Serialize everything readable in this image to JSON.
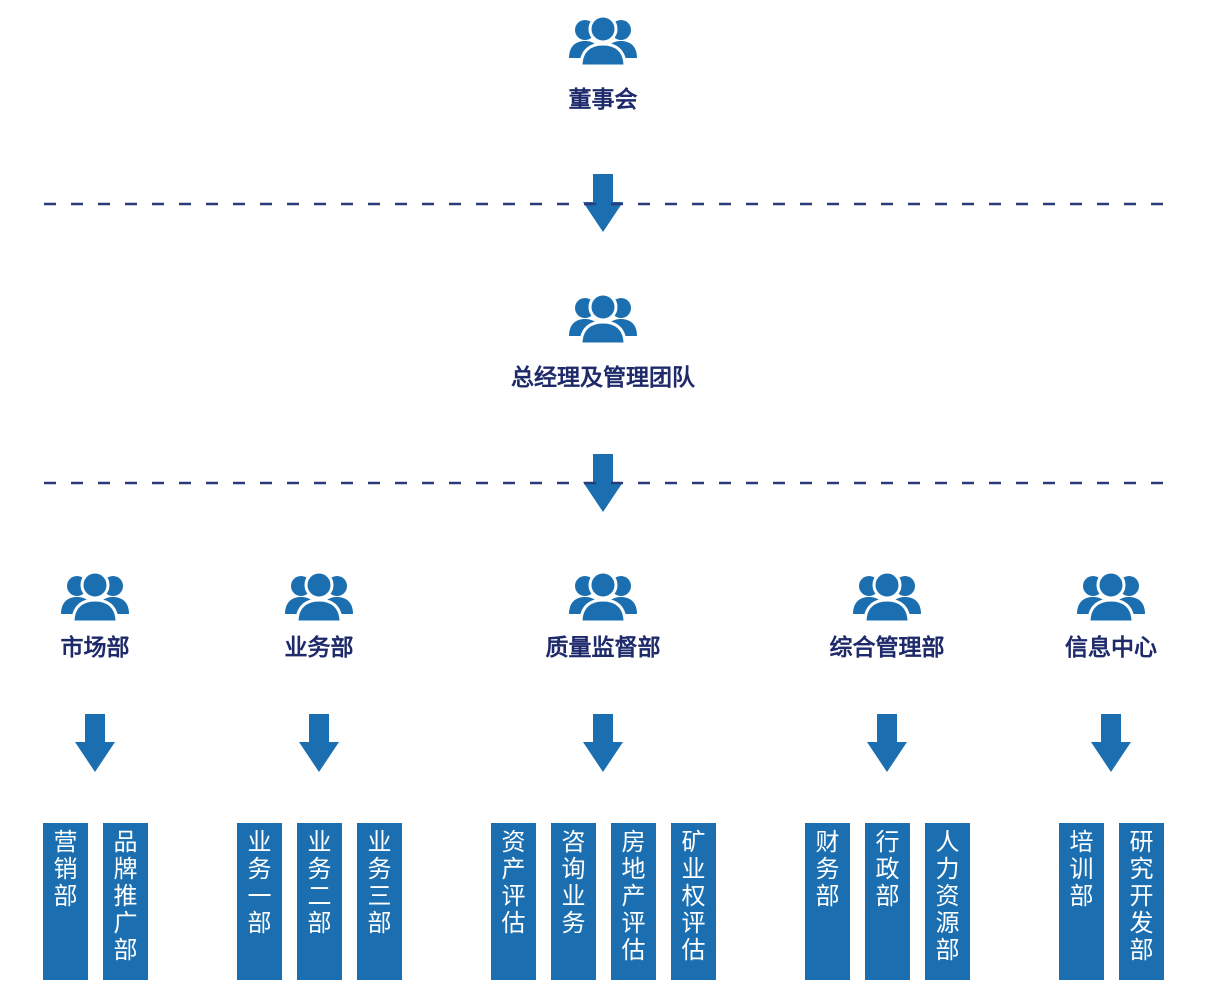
{
  "board": {
    "label": "董事会",
    "icon": "people-group-icon"
  },
  "management": {
    "label": "总经理及管理团队",
    "icon": "people-group-icon"
  },
  "departments": [
    {
      "label": "市场部",
      "icon": "people-group-icon",
      "units": [
        "营销部",
        "品牌推广部"
      ]
    },
    {
      "label": "业务部",
      "icon": "people-group-icon",
      "units": [
        "业务一部",
        "业务二部",
        "业务三部"
      ]
    },
    {
      "label": "质量监督部",
      "icon": "people-group-icon",
      "units": [
        "资产评估",
        "咨询业务",
        "房地产评估",
        "矿业权评估"
      ]
    },
    {
      "label": "综合管理部",
      "icon": "people-group-icon",
      "units": [
        "财务部",
        "行政部",
        "人力资源部"
      ]
    },
    {
      "label": "信息中心",
      "icon": "people-group-icon",
      "units": [
        "培训部",
        "研究开发部"
      ]
    }
  ],
  "colors": {
    "icon": "#1b6fb0",
    "label": "#1f2a6b",
    "box": "#1b6fb0",
    "dash": "#2c3a7a"
  }
}
